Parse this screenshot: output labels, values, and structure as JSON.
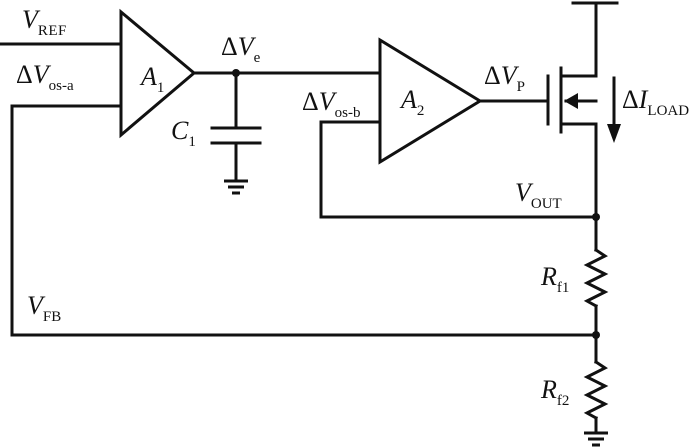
{
  "labels": {
    "vref": {
      "main": "V",
      "sub": "REF"
    },
    "vos_a": {
      "prefix": "Δ",
      "main": "V",
      "sub": "os-a"
    },
    "a1": {
      "main": "A",
      "sub": "1"
    },
    "ve": {
      "prefix": "Δ",
      "main": "V",
      "sub": "e"
    },
    "c1": {
      "main": "C",
      "sub": "1"
    },
    "vos_b": {
      "prefix": "Δ",
      "main": "V",
      "sub": "os-b"
    },
    "a2": {
      "main": "A",
      "sub": "2"
    },
    "vp": {
      "prefix": "Δ",
      "main": "V",
      "sub": "P"
    },
    "iload": {
      "prefix": "Δ",
      "main": "I",
      "sub": "LOAD"
    },
    "vout": {
      "main": "V",
      "sub": "OUT"
    },
    "rf1": {
      "main": "R",
      "sub": "f1"
    },
    "vfb": {
      "main": "V",
      "sub": "FB"
    },
    "rf2": {
      "main": "R",
      "sub": "f2"
    }
  }
}
